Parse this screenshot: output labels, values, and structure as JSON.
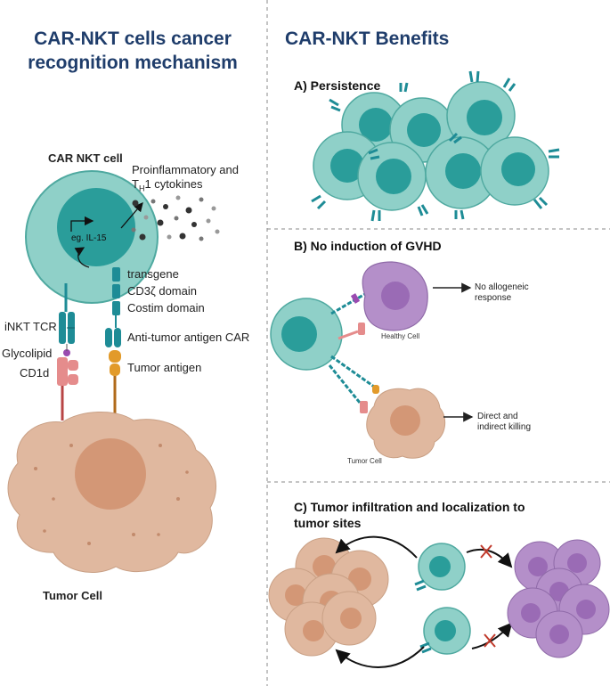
{
  "left_panel": {
    "title_line1": "CAR-NKT cells cancer",
    "title_line2": "recognition mechanism",
    "car_nkt_cell_label": "CAR NKT cell",
    "cytokines_line1": "Proinflammatory and",
    "cytokines_line2_prefix": "T",
    "cytokines_line2_sub": "H",
    "cytokines_line2_suffix": "1 cytokines",
    "il15_label": "eg. IL-15",
    "transgene_label": "transgene",
    "cd3z_label": "CD3ζ domain",
    "costim_label": "Costim domain",
    "car_label": "Anti-tumor antigen CAR",
    "tumor_antigen_label": "Tumor antigen",
    "inkt_tcr_label": "iNKT TCR",
    "glycolipid_label": "Glycolipid",
    "cd1d_label": "CD1d",
    "tumor_cell_label": "Tumor Cell"
  },
  "right_panel": {
    "title": "CAR-NKT Benefits",
    "section_a": "A) Persistence",
    "section_b": "B) No induction of GVHD",
    "no_allo_line1": "No allogeneic",
    "no_allo_line2": "response",
    "healthy_cell_label": "Healthy Cell",
    "direct_line1": "Direct and",
    "direct_line2": "indirect killing",
    "tumor_cell_label": "Tumor Cell",
    "section_c_line1": "C) Tumor infiltration and localization to",
    "section_c_line2": "tumor sites"
  },
  "colors": {
    "title": "#1f3d6b",
    "nkt_cell": "#8fd0c8",
    "nkt_nucleus": "#2a9d9a",
    "tumor": "#e0b89f",
    "tumor_nucleus": "#d39776",
    "healthy": "#b48fc9",
    "healthy_nucleus": "#9a6bb5",
    "receptor": "#1e8c96",
    "antigen": "#e29a2a",
    "cd1d": "#e58c8c"
  }
}
